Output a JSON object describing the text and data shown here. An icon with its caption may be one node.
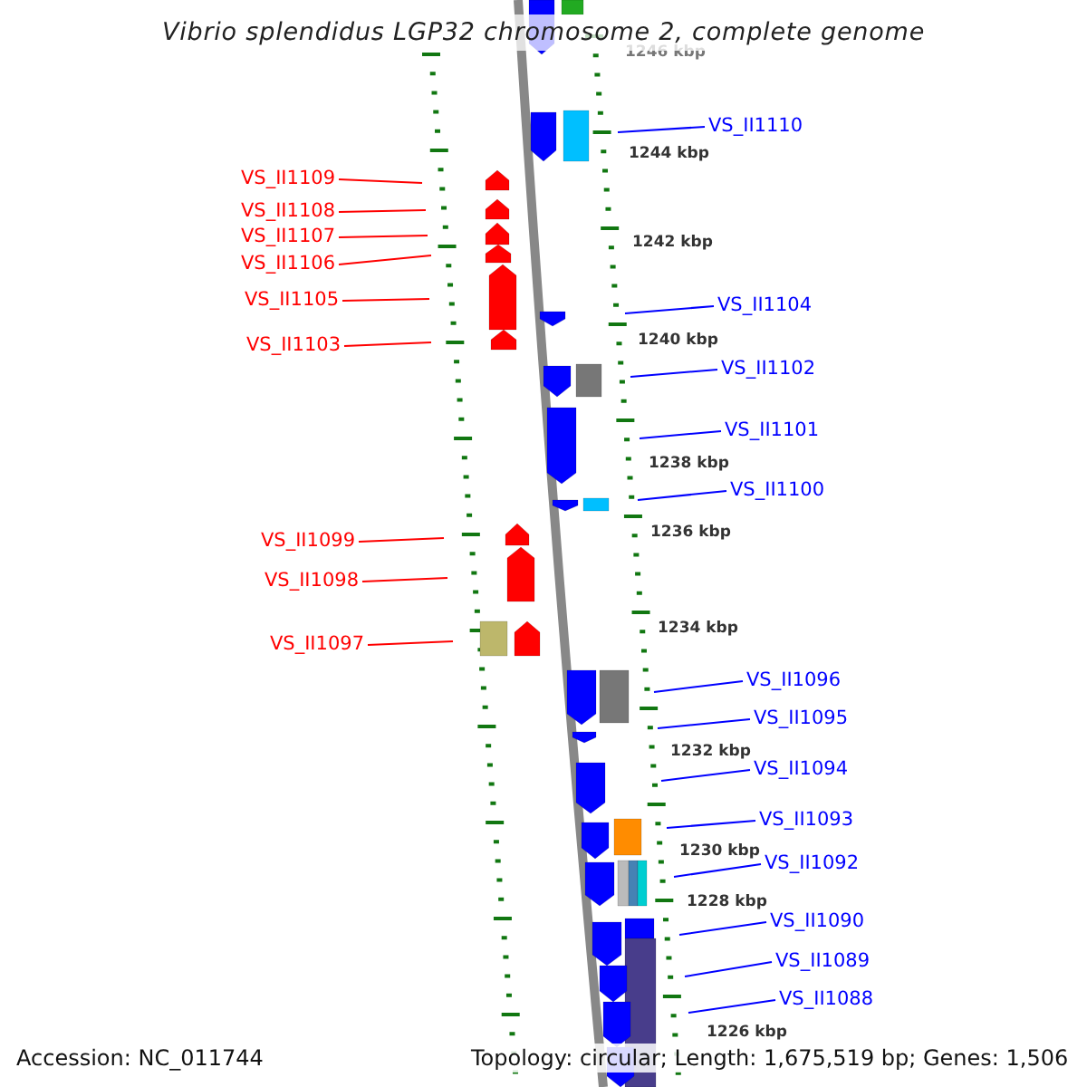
{
  "diagram": {
    "title": "Vibrio splendidus LGP32 chromosome 2, complete genome",
    "nodes": [
      {
        "text": [
          "VS_II1110"
        ]
      },
      {
        "text": [
          "VS_II1109"
        ]
      },
      {
        "text": [
          "VS_II1108"
        ]
      },
      {
        "text": [
          "VS_II1107"
        ]
      },
      {
        "text": [
          "VS_II1106"
        ]
      },
      {
        "text": [
          "VS_II1105"
        ]
      },
      {
        "text": [
          "VS_II1104"
        ]
      },
      {
        "text": [
          "VS_II1103"
        ]
      },
      {
        "text": [
          "VS_II1102"
        ]
      },
      {
        "text": [
          "VS_II1101"
        ]
      },
      {
        "text": [
          "VS_II1100"
        ]
      },
      {
        "text": [
          "VS_II1099"
        ]
      },
      {
        "text": [
          "VS_II1098"
        ]
      },
      {
        "text": [
          "VS_II1097"
        ]
      },
      {
        "text": [
          "VS_II1096"
        ]
      },
      {
        "text": [
          "VS_II1095"
        ]
      },
      {
        "text": [
          "VS_II1094"
        ]
      },
      {
        "text": [
          "VS_II1093"
        ]
      },
      {
        "text": [
          "VS_II1092"
        ]
      },
      {
        "text": [
          "VS_II1090"
        ]
      },
      {
        "text": [
          "VS_II1089"
        ]
      },
      {
        "text": [
          "VS_II1088"
        ]
      }
    ],
    "edges": [
      {
        "from": 0,
        "to": null,
        "arrow": "none"
      },
      {
        "from": 1,
        "to": null,
        "arrow": "none",
        "color": "#ff0000"
      },
      {
        "from": 2,
        "to": null,
        "arrow": "none",
        "color": "#ff0000"
      },
      {
        "from": 3,
        "to": null,
        "arrow": "none",
        "color": "#ff0000"
      },
      {
        "from": 4,
        "to": null,
        "arrow": "none",
        "color": "#ff0000"
      },
      {
        "from": 5,
        "to": null,
        "arrow": "none",
        "color": "#ff0000"
      },
      {
        "from": 6,
        "to": null,
        "arrow": "none"
      },
      {
        "from": 7,
        "to": null,
        "arrow": "none",
        "color": "#ff0000"
      },
      {
        "from": 8,
        "to": null,
        "arrow": "none"
      },
      {
        "from": 9,
        "to": null,
        "arrow": "none"
      },
      {
        "from": 10,
        "to": null,
        "arrow": "none"
      },
      {
        "from": 11,
        "to": null,
        "arrow": "none",
        "color": "#ff0000"
      },
      {
        "from": 12,
        "to": null,
        "arrow": "none",
        "color": "#ff0000"
      },
      {
        "from": 13,
        "to": null,
        "arrow": "none",
        "color": "#ff0000"
      },
      {
        "from": 14,
        "to": null,
        "arrow": "none"
      },
      {
        "from": 15,
        "to": null,
        "arrow": "none"
      },
      {
        "from": 16,
        "to": null,
        "arrow": "none"
      },
      {
        "from": 17,
        "to": null,
        "arrow": "none"
      },
      {
        "from": 18,
        "to": null,
        "arrow": "none"
      },
      {
        "from": 19,
        "to": null,
        "arrow": "none"
      },
      {
        "from": 20,
        "to": null,
        "arrow": "none"
      },
      {
        "from": 21,
        "to": null,
        "arrow": "none"
      }
    ],
    "labels": [
      "1246 kbp",
      "1244 kbp",
      "1242 kbp",
      "1240 kbp",
      "1238 kbp",
      "1236 kbp",
      "1234 kbp",
      "1232 kbp",
      "1230 kbp",
      "1228 kbp",
      "1226 kbp",
      "Accession: NC_011744",
      "Topology: circular; Length: 1,675,519 bp; Genes: 1,506"
    ]
  }
}
